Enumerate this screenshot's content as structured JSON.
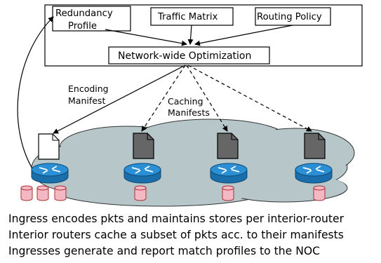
{
  "nodes": {
    "redundancy_profile_line1": "Redundancy",
    "redundancy_profile_line2": "Profile",
    "traffic_matrix": "Traffic Matrix",
    "routing_policy": "Routing Policy",
    "network_optimization": "Network-wide Optimization"
  },
  "edge_labels": {
    "encoding_line1": "Encoding",
    "encoding_line2": "Manifest",
    "caching_line1": "Caching",
    "caching_line2": "Manifests"
  },
  "captions": [
    "Ingress encodes pkts and maintains stores per interior-router",
    "Interior routers cache a subset of pkts acc. to their manifests",
    "Ingresses generate and report match profiles to the NOC"
  ],
  "colors": {
    "cloud": "#b6c6c9",
    "router": "#1f80c2",
    "store": "#f4b8c4",
    "manifest_cached": "#666666",
    "manifest_encoding": "#ffffff"
  }
}
